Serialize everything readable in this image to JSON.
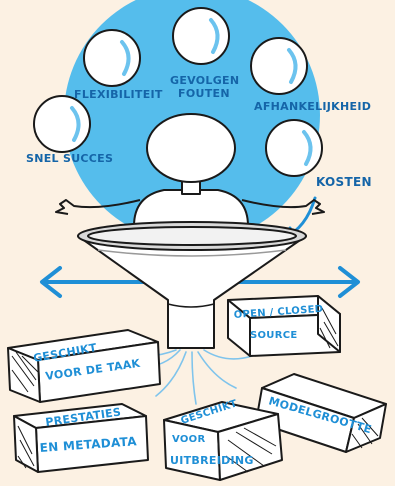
{
  "colors": {
    "background": "#fcf1e3",
    "circle": "#55bdec",
    "ink": "#1a1a1a",
    "accent_blue": "#1f8fd6"
  },
  "bubbles": {
    "flexibility": "FLEXIBILITEIT",
    "follow_errors_line1": "GEVOLGEN",
    "follow_errors_line2": "FOUTEN",
    "dependency": "AFHANKELIJKHEID",
    "quick_success": "SNEL SUCCES",
    "costs": "KOSTEN"
  },
  "boxes": {
    "task_fit_line1": "GESCHIKT",
    "task_fit_line2": "VOOR DE TAAK",
    "source_line1": "OPEN / CLOSED",
    "source_line2": "SOURCE",
    "model_size": "MODELGROOTTE",
    "performance_line1": "PRESTATIES",
    "performance_line2": "EN METADATA",
    "extension_line1": "GESCHIKT",
    "extension_line2": "VOOR",
    "extension_line3": "UITBREIDING"
  },
  "icons": [
    "bubble-icon",
    "funnel-icon",
    "person-icon",
    "double-arrow-icon",
    "curved-arrow-icon",
    "box-icon"
  ]
}
